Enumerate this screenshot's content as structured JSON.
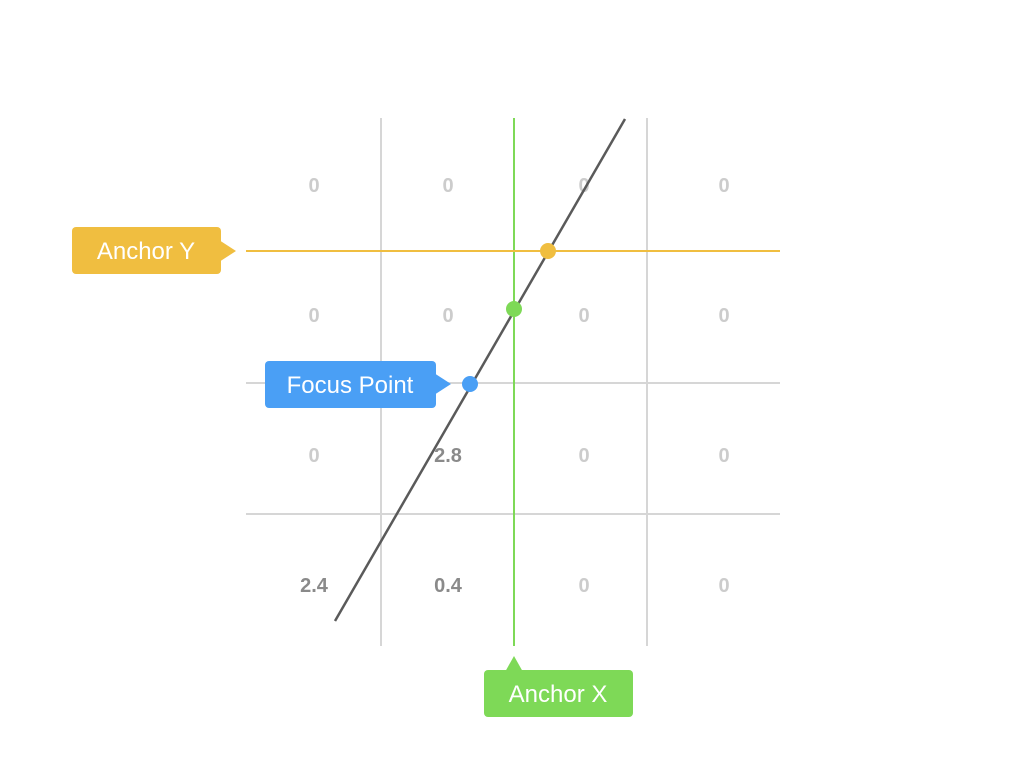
{
  "diagram": {
    "cells": [
      [
        "0",
        "0",
        "0",
        "0"
      ],
      [
        "0",
        "0",
        "0",
        "0"
      ],
      [
        "0",
        "2.8",
        "0",
        "0"
      ],
      [
        "2.4",
        "0.4",
        "0",
        "0"
      ]
    ],
    "highlighted_cells": [
      [
        2,
        1
      ],
      [
        3,
        0
      ],
      [
        3,
        1
      ]
    ],
    "callouts": {
      "anchor_y": {
        "label": "Anchor Y",
        "color": "#f0be40"
      },
      "anchor_x": {
        "label": "Anchor X",
        "color": "#7ed957"
      },
      "focus_point": {
        "label": "Focus Point",
        "color": "#4a9ff5"
      }
    },
    "colors": {
      "grid_line": "#d6d6d6",
      "cell_value": "#cccccc",
      "cell_value_highlight": "#8a8a8a",
      "diagonal_line": "#5a5a5a",
      "anchor_point": "#f0be40",
      "intersection_point": "#7ed957",
      "focus_point": "#4a9ff5"
    }
  }
}
